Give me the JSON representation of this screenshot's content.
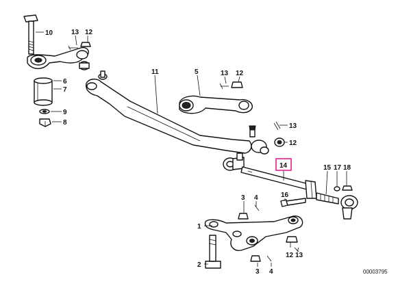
{
  "diagram": {
    "callouts": {
      "c10": "10",
      "c13a": "13",
      "c12a": "12",
      "c6": "6",
      "c7": "7",
      "c9": "9",
      "c8": "8",
      "c11": "11",
      "c5": "5",
      "c13b": "13",
      "c12b": "12",
      "c13c": "13",
      "c12c": "12",
      "c14": "14",
      "c15": "15",
      "c17": "17",
      "c18": "18",
      "c3a": "3",
      "c4a": "4",
      "c16": "16",
      "c1": "1",
      "c2": "2",
      "c12d": "12",
      "c13d": "13",
      "c3b": "3",
      "c4b": "4"
    },
    "image_code": "00003795",
    "highlight_color": "#e0218a",
    "highlighted_callout": "14"
  }
}
